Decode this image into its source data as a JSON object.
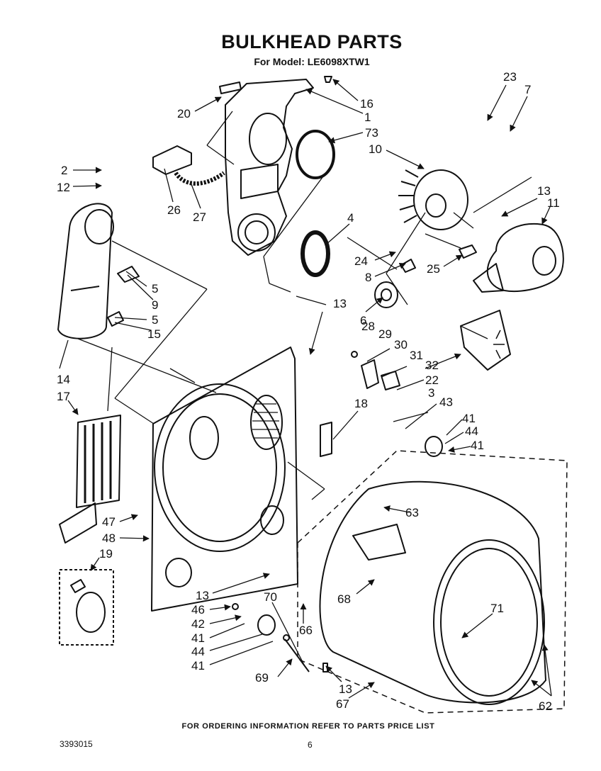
{
  "header": {
    "title": "BULKHEAD PARTS",
    "subtitle": "For Model: LE6098XTW1"
  },
  "diagram": {
    "callouts": [
      {
        "id": "c20",
        "text": "20"
      },
      {
        "id": "c16",
        "text": "16"
      },
      {
        "id": "c1",
        "text": "1"
      },
      {
        "id": "c73",
        "text": "73"
      },
      {
        "id": "c10",
        "text": "10"
      },
      {
        "id": "c23",
        "text": "23"
      },
      {
        "id": "c7",
        "text": "7"
      },
      {
        "id": "c2",
        "text": "2"
      },
      {
        "id": "c12",
        "text": "12"
      },
      {
        "id": "c26",
        "text": "26"
      },
      {
        "id": "c27",
        "text": "27"
      },
      {
        "id": "c4",
        "text": "4"
      },
      {
        "id": "c13a",
        "text": "13"
      },
      {
        "id": "c11",
        "text": "11"
      },
      {
        "id": "c24",
        "text": "24"
      },
      {
        "id": "c8",
        "text": "8"
      },
      {
        "id": "c25",
        "text": "25"
      },
      {
        "id": "c5a",
        "text": "5"
      },
      {
        "id": "c9",
        "text": "9"
      },
      {
        "id": "c5b",
        "text": "5"
      },
      {
        "id": "c15",
        "text": "15"
      },
      {
        "id": "c13b",
        "text": "13"
      },
      {
        "id": "c6",
        "text": "6"
      },
      {
        "id": "c28",
        "text": "28"
      },
      {
        "id": "c29",
        "text": "29"
      },
      {
        "id": "c30",
        "text": "30"
      },
      {
        "id": "c31",
        "text": "31"
      },
      {
        "id": "c32",
        "text": "32"
      },
      {
        "id": "c22",
        "text": "22"
      },
      {
        "id": "c14",
        "text": "14"
      },
      {
        "id": "c17",
        "text": "17"
      },
      {
        "id": "c18",
        "text": "18"
      },
      {
        "id": "c3",
        "text": "3"
      },
      {
        "id": "c43",
        "text": "43"
      },
      {
        "id": "c41a",
        "text": "41"
      },
      {
        "id": "c44a",
        "text": "44"
      },
      {
        "id": "c41b",
        "text": "41"
      },
      {
        "id": "c47",
        "text": "47"
      },
      {
        "id": "c48",
        "text": "48"
      },
      {
        "id": "c63",
        "text": "63"
      },
      {
        "id": "c19",
        "text": "19"
      },
      {
        "id": "c68",
        "text": "68"
      },
      {
        "id": "c13c",
        "text": "13"
      },
      {
        "id": "c70",
        "text": "70"
      },
      {
        "id": "c46",
        "text": "46"
      },
      {
        "id": "c42",
        "text": "42"
      },
      {
        "id": "c66",
        "text": "66"
      },
      {
        "id": "c71",
        "text": "71"
      },
      {
        "id": "c41c",
        "text": "41"
      },
      {
        "id": "c44b",
        "text": "44"
      },
      {
        "id": "c41d",
        "text": "41"
      },
      {
        "id": "c69",
        "text": "69"
      },
      {
        "id": "c13d",
        "text": "13"
      },
      {
        "id": "c67",
        "text": "67"
      },
      {
        "id": "c62",
        "text": "62"
      }
    ]
  },
  "footer": {
    "note": "FOR ORDERING INFORMATION REFER TO PARTS PRICE LIST",
    "doc_number": "3393015",
    "page_number": "6"
  }
}
